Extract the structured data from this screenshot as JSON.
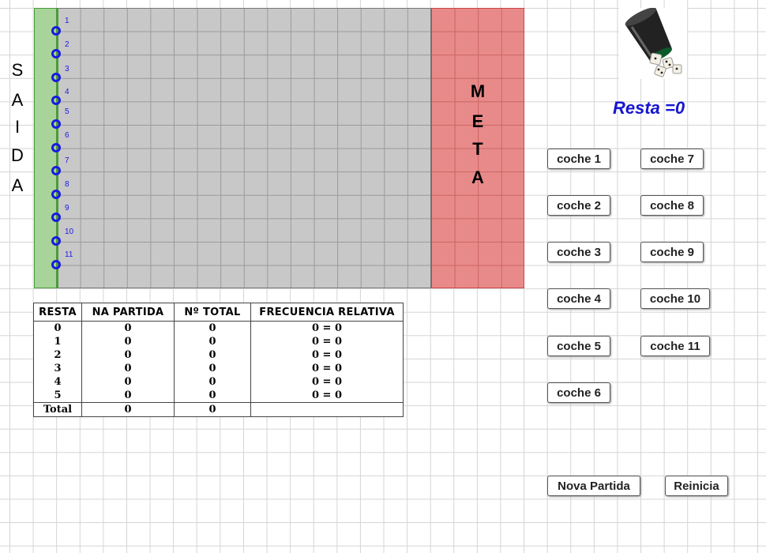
{
  "start_label": [
    "S",
    "A",
    "I",
    "D",
    "A"
  ],
  "finish_label": [
    "M",
    "E",
    "T",
    "A"
  ],
  "cars": [
    "1",
    "2",
    "3",
    "4",
    "5",
    "6",
    "7",
    "8",
    "9",
    "10",
    "11"
  ],
  "resta_text": "Resta =0",
  "car_buttons": [
    "coche 1",
    "coche 2",
    "coche 3",
    "coche 4",
    "coche 5",
    "coche 6",
    "coche 7",
    "coche 8",
    "coche 9",
    "coche 10",
    "coche 11"
  ],
  "new_game_label": "Nova Partida",
  "reset_label": "Reinicia",
  "table": {
    "headers": [
      "RESTA",
      "NA PARTIDA",
      "Nº  TOTAL",
      "FRECUENCIA RELATIVA"
    ],
    "rows": [
      [
        "0",
        "0",
        "0",
        "0 = 0"
      ],
      [
        "1",
        "0",
        "0",
        "0 = 0"
      ],
      [
        "2",
        "0",
        "0",
        "0 = 0"
      ],
      [
        "3",
        "0",
        "0",
        "0 = 0"
      ],
      [
        "4",
        "0",
        "0",
        "0 = 0"
      ],
      [
        "5",
        "0",
        "0",
        "0 = 0"
      ]
    ],
    "total_row": [
      "Total",
      "0",
      "0",
      ""
    ]
  },
  "colors": {
    "car_blue": "#1a1ae0",
    "start_green": "#a8d49a",
    "finish_red": "#e88a8a",
    "track_gray": "#c8c8c8"
  }
}
